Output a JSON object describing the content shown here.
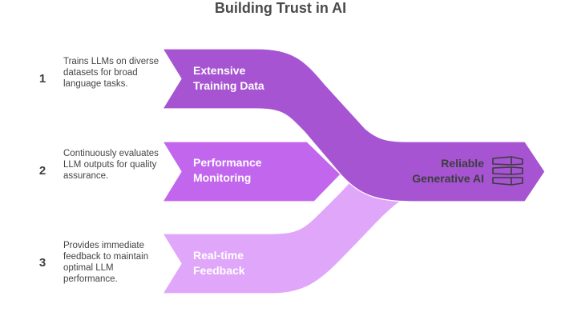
{
  "title": "Building Trust in AI",
  "colors": {
    "stream1": "#a654d2",
    "stream2": "#c266ee",
    "stream3": "#e0a6fa",
    "output": "#a654d2",
    "text_dark": "#3d3d3d"
  },
  "inputs": [
    {
      "number": "1",
      "label": "Extensive Training Data",
      "label_lines": [
        "Extensive",
        "Training Data"
      ],
      "description": "Trains LLMs on diverse datasets for broad language tasks."
    },
    {
      "number": "2",
      "label": "Performance Monitoring",
      "label_lines": [
        "Performance",
        "Monitoring"
      ],
      "description": "Continuously evaluates LLM outputs for quality assurance."
    },
    {
      "number": "3",
      "label": "Real-time Feedback",
      "label_lines": [
        "Real-time",
        "Feedback"
      ],
      "description": "Provides immediate feedback to maintain optimal LLM performance."
    }
  ],
  "output": {
    "label_lines": [
      "Reliable",
      "Generative AI"
    ],
    "icon": "stacked-layers-icon"
  }
}
